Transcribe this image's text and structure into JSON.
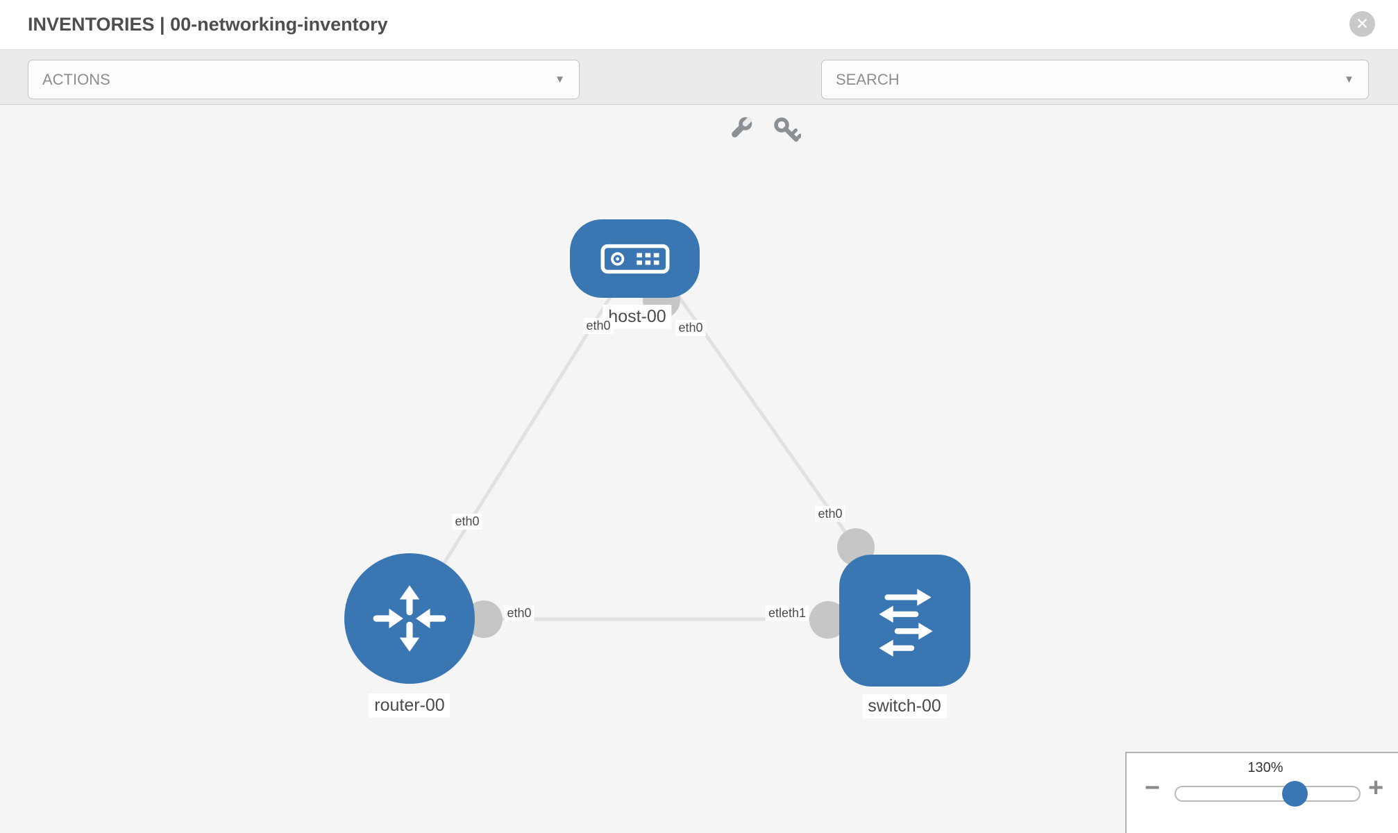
{
  "header": {
    "title": "INVENTORIES | 00-networking-inventory",
    "close_glyph": "✕"
  },
  "toolbar": {
    "actions": {
      "label": "ACTIONS",
      "chevron": "▼"
    },
    "search": {
      "label": "SEARCH",
      "chevron": "▼"
    },
    "icons": [
      {
        "name": "wrench-icon"
      },
      {
        "name": "key-icon"
      }
    ]
  },
  "canvas": {
    "nodes": [
      {
        "label": "host-00",
        "type": "host",
        "shape": "rounded-rect",
        "color": "#3a77b2"
      },
      {
        "label": "router-00",
        "type": "router",
        "shape": "circle",
        "color": "#3a77b2"
      },
      {
        "label": "switch-00",
        "type": "switch",
        "shape": "rounded-square",
        "color": "#3a77b2"
      }
    ],
    "links": [
      {
        "from": "host-00",
        "to": "router-00"
      },
      {
        "from": "host-00",
        "to": "switch-00"
      },
      {
        "from": "router-00",
        "to": "switch-00"
      }
    ],
    "port_labels": [
      {
        "text": "eth0",
        "location": "host-left"
      },
      {
        "text": "eth0",
        "location": "host-right"
      },
      {
        "text": "eth0",
        "location": "link-host-router"
      },
      {
        "text": "eth0",
        "location": "link-host-switch"
      },
      {
        "text": "eth0",
        "location": "router-side"
      },
      {
        "text": "etleth1",
        "location": "switch-side"
      }
    ]
  },
  "zoom": {
    "level": "130%",
    "minus_glyph": "−",
    "plus_glyph": "+"
  },
  "colors": {
    "node_blue": "#3a77b2",
    "link_gray": "#e1e1e1",
    "port_circle_gray": "#c6c6c6",
    "toolbar_bg": "#ebebeb",
    "canvas_bg": "#f5f5f5"
  }
}
